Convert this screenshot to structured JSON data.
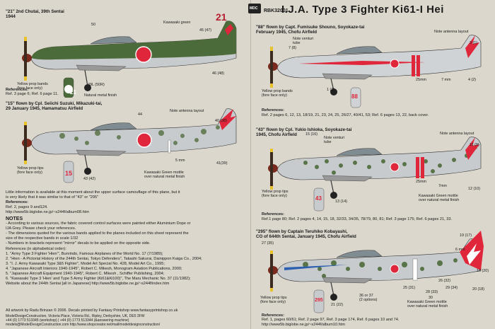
{
  "header": {
    "code": "RBK32001",
    "title": "I.J.A. Type 3 Fighter Ki61-I Hei"
  },
  "p1": {
    "caption_line1": "\"21\" 2nd Chutai, 39th Sentai",
    "caption_line2": "1944",
    "labels": {
      "kawasaki_green": "Kawasaki green",
      "n50": "50",
      "n45_47": "45 (47)",
      "tail": "21",
      "prop": "Yellow prop bands",
      "prop2": "(fore face only)",
      "n49": "49L (50R)",
      "n46": "46 (48)",
      "natural": "Natural metal finish"
    },
    "ref_head": "References:",
    "ref": "Ref. 3 page 6; Ref. 6 page 11."
  },
  "p2": {
    "caption_line1": "\"15\" flown by Cpl. Seiichi Suzuki, Mikazuki-tai,",
    "caption_line2": "29 January 1945, Hamamatsu Airfield",
    "labels": {
      "n44": "44",
      "antenna": "Note antenna layout",
      "n40": "40 (38)",
      "n5": "5 mm",
      "prop": "Yellow prop tips",
      "prop2": "(fore face only)",
      "tail": "15",
      "n43": "43 (42)",
      "mottle1": "Kawasaki Green mottle",
      "mottle2": "over natural metal finish",
      "n41": "41(39)"
    },
    "info1": "Little information is available at this moment about the upper surface camouflage of this plane, but it",
    "info2": "is very likely that it was similar to that of \"43\" or \"295\"",
    "ref_head": "References:",
    "ref1": "Ref. 2, pages 9 and124.",
    "ref2": "http://www5b.biglobe.ne.jp/~s244f/album08.htm"
  },
  "p3": {
    "caption_line1": "\"88\" flown by Capt. Fumisuke Shouno, Soyokaze-tai",
    "caption_line2": "February 1945, Chofu Airfield",
    "labels": {
      "venturi": "Note venturi",
      "tube": "tube",
      "n7": "7 (8)",
      "antenna": "Note antenna layout",
      "n3": "3 (1)",
      "prop": "Yellow prop bands",
      "prop2": "(fore face only)",
      "n25": "25mm",
      "n7mm": "7 mm",
      "n4": "4 (2)",
      "n1": "1 (3)",
      "tail": "88"
    },
    "ref_head": "References:",
    "ref": "Ref. 2 pages 6, 12, 13, 18/19, 21, 23, 24, 25, 26/27, 40/41, 53; Ref. 6 pages 13, 22, back cover."
  },
  "p4": {
    "caption_line1": "\"43\" flown by Cpl. Yukio Ishioka, Soyokaze-tai",
    "caption_line2": "1945, Chofu Airfield",
    "labels": {
      "n15": "15 (16)",
      "antenna": "Note antenna layout",
      "n11": "11 (9)",
      "venturi": "Note venturi",
      "tube": "tube",
      "prop": "Yellow prop tips",
      "prop2": "(fore face only)",
      "n25": "25mm",
      "n7mm": "7mm",
      "n12": "12 (10)",
      "tail": "43",
      "n13": "13 (14)",
      "mottle1": "Kawasaki Green mottle",
      "mottle2": "over natural metal finish"
    },
    "ref_head": "References:",
    "ref": "Ref.1 page 80; Ref. 2 pages 4, 14, 15, 18, 32/33, 34/35, 78/79, 80, 81; Ref. 3 page 175; Ref. 6 pages 21, 33."
  },
  "p5": {
    "caption_line1": "\"295\" flown by Captain Teruhiko Kobayashi,",
    "caption_line2": "CO of 644th Sentai, January 1945, Chofu Airfield",
    "labels": {
      "n19": "19 (17)",
      "n6": "6 mm",
      "n27": "27 (35)",
      "n18": "18 (20)",
      "prop": "Yellow prop tips",
      "prop2": "(fore face only)",
      "n36": "36 or 37",
      "n36b": "(2 options)",
      "n25_31": "25 (31)",
      "n26": "26 (32)",
      "n29": "29 (34)",
      "n28": "28 (33)",
      "n30": "30",
      "n20": "20 (18)",
      "n21": "21 (22)",
      "mottle1": "Kawasaki Green mottle",
      "mottle2": "over natural metal finish",
      "tail": "295"
    },
    "ref_head": "References:",
    "ref1": "Ref. 1, pages 60/61; Ref. 2 page 97, Ref. 3 page 174, Ref. 6 pages 10 and 74.",
    "ref2": "http://www5b.biglobe.ne.jp/~s244f/album10.htm"
  },
  "notes": {
    "head": "NOTES",
    "lines": [
      "- According to various sources, the fabric covered control surfaces were painted either Aluminium Dope or",
      "IJA Grey. Please check your references.",
      "- The dimensions quoted for the various bands applied to the planes included on this sheet represent the",
      "size of the respective bands in scale 1/32",
      "- Numbers in brackets represent \"mirror\" decals to be applied on the opposite side."
    ],
    "refs_head": "References (in alphabetical order):",
    "refs": [
      "1. \"Army Type 3 Fighter 'Hien'\", Bunrindo, Famous Airplanes of the World No. 17 (7/1989);",
      "2. \"Hien - A Pictorial History of the 244th Sentai, Tokyo Defenders\", Takashi Sakurai, Dainippon Kaiga Co., 2004;",
      "3. \"I. J. Army Kawasaki Type 3&5 Fighter\", Model Art Special No. 428, Model Art Co., 1995;",
      "4. \"Japanese Aircraft Interiors 1940-1945\", Robert C. Mikesh, Monogram Aviation Publications, 2000;",
      "5. \"Japanese Aircraft Equipment 1940-1945\", Robert C. Mikesh , Schiffer Publishing, 2004;",
      "6. \"Kawasaki Type 3 'Hien' and Type 5 Army Fighter (Ki61&Ki100)\", The Maru Mechanic No. 37 (11/1982);",
      "Website about the 244th Sentai [all in Japanese] http://www5b.biglobe.ne.jp/~s244f/index.htm"
    ]
  },
  "footer": {
    "artwork": "All artwork by Radu Brinzan © 2006. Decals printed by Fantasy Printshop www.fantasyprintshop.co.uk",
    "addr1": "ModelDesignConstruction, Victoria Place, Victoria Rd., Ripley, Derbyshire, UK, DE5 3FW",
    "addr2": "+44 (0) 1773 513345 (workshop) | +44 (0) 1773 513344 (&answering machine)",
    "addr3": "models@ModelDesignConstruction.com    http://www.shopcreator.net/mall/modeldesignconstruction/"
  },
  "colors": {
    "kawasaki_green": "#4c6b3a",
    "natural_metal": "#c7cbcd",
    "hinomaru": "#e0263a",
    "yellow": "#e8c22a",
    "spinner": "#7a2a1d"
  }
}
